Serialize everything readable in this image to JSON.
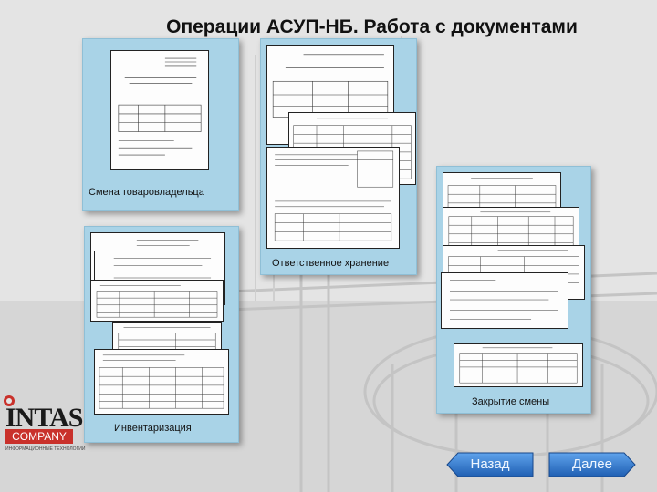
{
  "title": "Операции АСУП-НБ. Работа с документами",
  "panels": [
    {
      "label": "Смена товаровладельца"
    },
    {
      "label": "Ответственное хранение"
    },
    {
      "label": "Закрытие смены"
    },
    {
      "label": "Инвентаризация"
    }
  ],
  "logo": {
    "brand": "INTAS",
    "company": "COMPANY",
    "subtitle": "ИНФОРМАЦИОННЫЕ ТЕХНОЛОГИИ"
  },
  "nav": {
    "back_label": "Назад",
    "next_label": "Далее"
  },
  "colors": {
    "panel": "#a9d3e7",
    "button": "#2a6ec4",
    "logo_red": "#c9312b"
  }
}
